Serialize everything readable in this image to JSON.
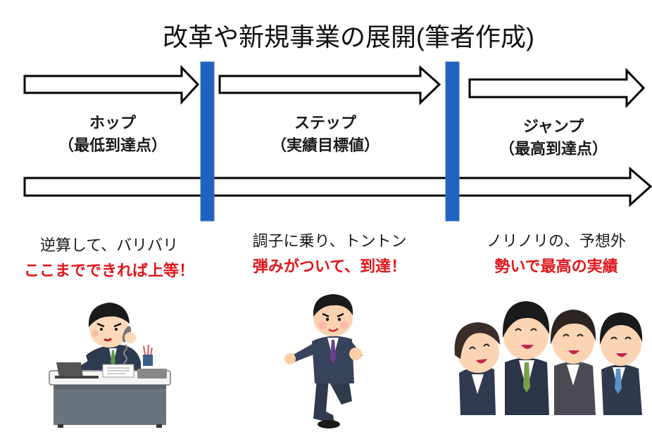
{
  "title": "改革や新規事業の展開(筆者作成)",
  "colors": {
    "divider": "#1e63c0",
    "arrow_stroke": "#000000",
    "accent_text": "#e0161b",
    "body_text": "#1a1a1a"
  },
  "phases": [
    {
      "name": "ホップ",
      "subtitle": "（最低到達点）",
      "line1": "逆算して、バリバリ",
      "line2": "ここまでできれば上等！",
      "illustration": "businessman-on-phone-at-desk"
    },
    {
      "name": "ステップ",
      "subtitle": "（実績目標値）",
      "line1": "調子に乗り、トントン",
      "line2": "弾みがついて、到達！",
      "illustration": "running-businessman"
    },
    {
      "name": "ジャンプ",
      "subtitle": "（最高到達点）",
      "line1": "ノリノリの、予想外",
      "line2": "勢いで最高の実績",
      "illustration": "cheering-team"
    }
  ]
}
